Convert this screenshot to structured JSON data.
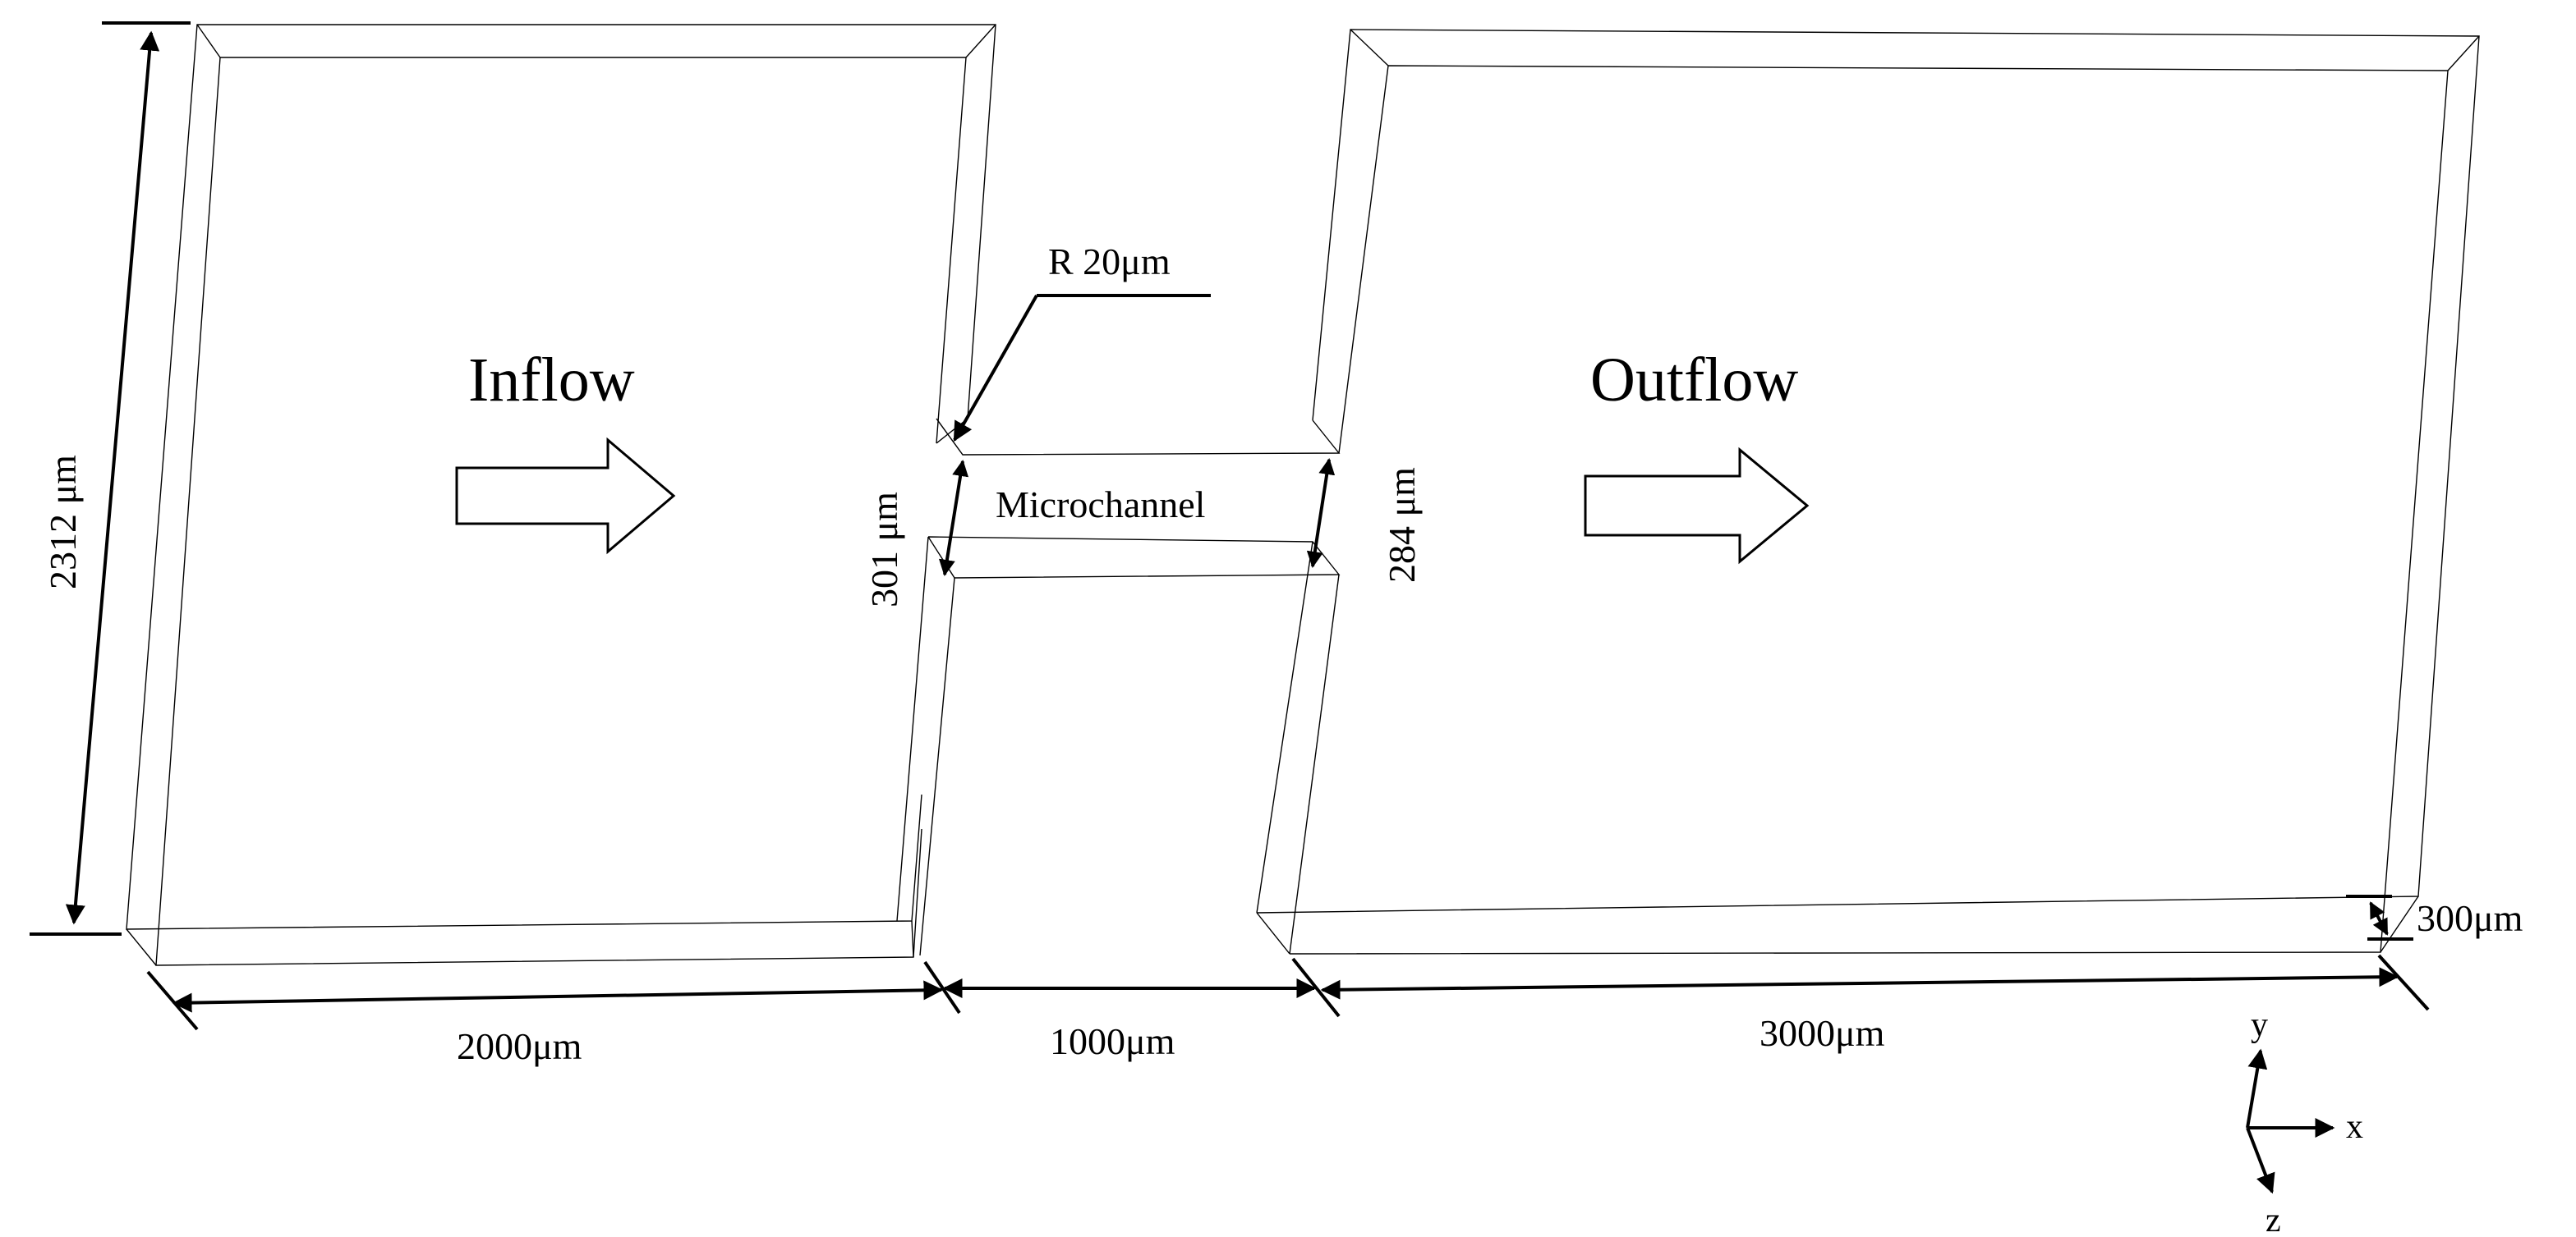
{
  "labels": {
    "inflow": "Inflow",
    "outflow": "Outflow",
    "microchannel": "Microchannel",
    "radius": "R 20μm",
    "height_left": "2312 μm",
    "gap_left": "301 μm",
    "gap_right": "284 μm",
    "length_inlet": "2000μm",
    "length_channel": "1000μm",
    "length_outlet": "3000μm",
    "depth": "300μm",
    "axis_x": "x",
    "axis_y": "y",
    "axis_z": "z"
  },
  "colors": {
    "line": "#000000",
    "background": "#ffffff"
  }
}
